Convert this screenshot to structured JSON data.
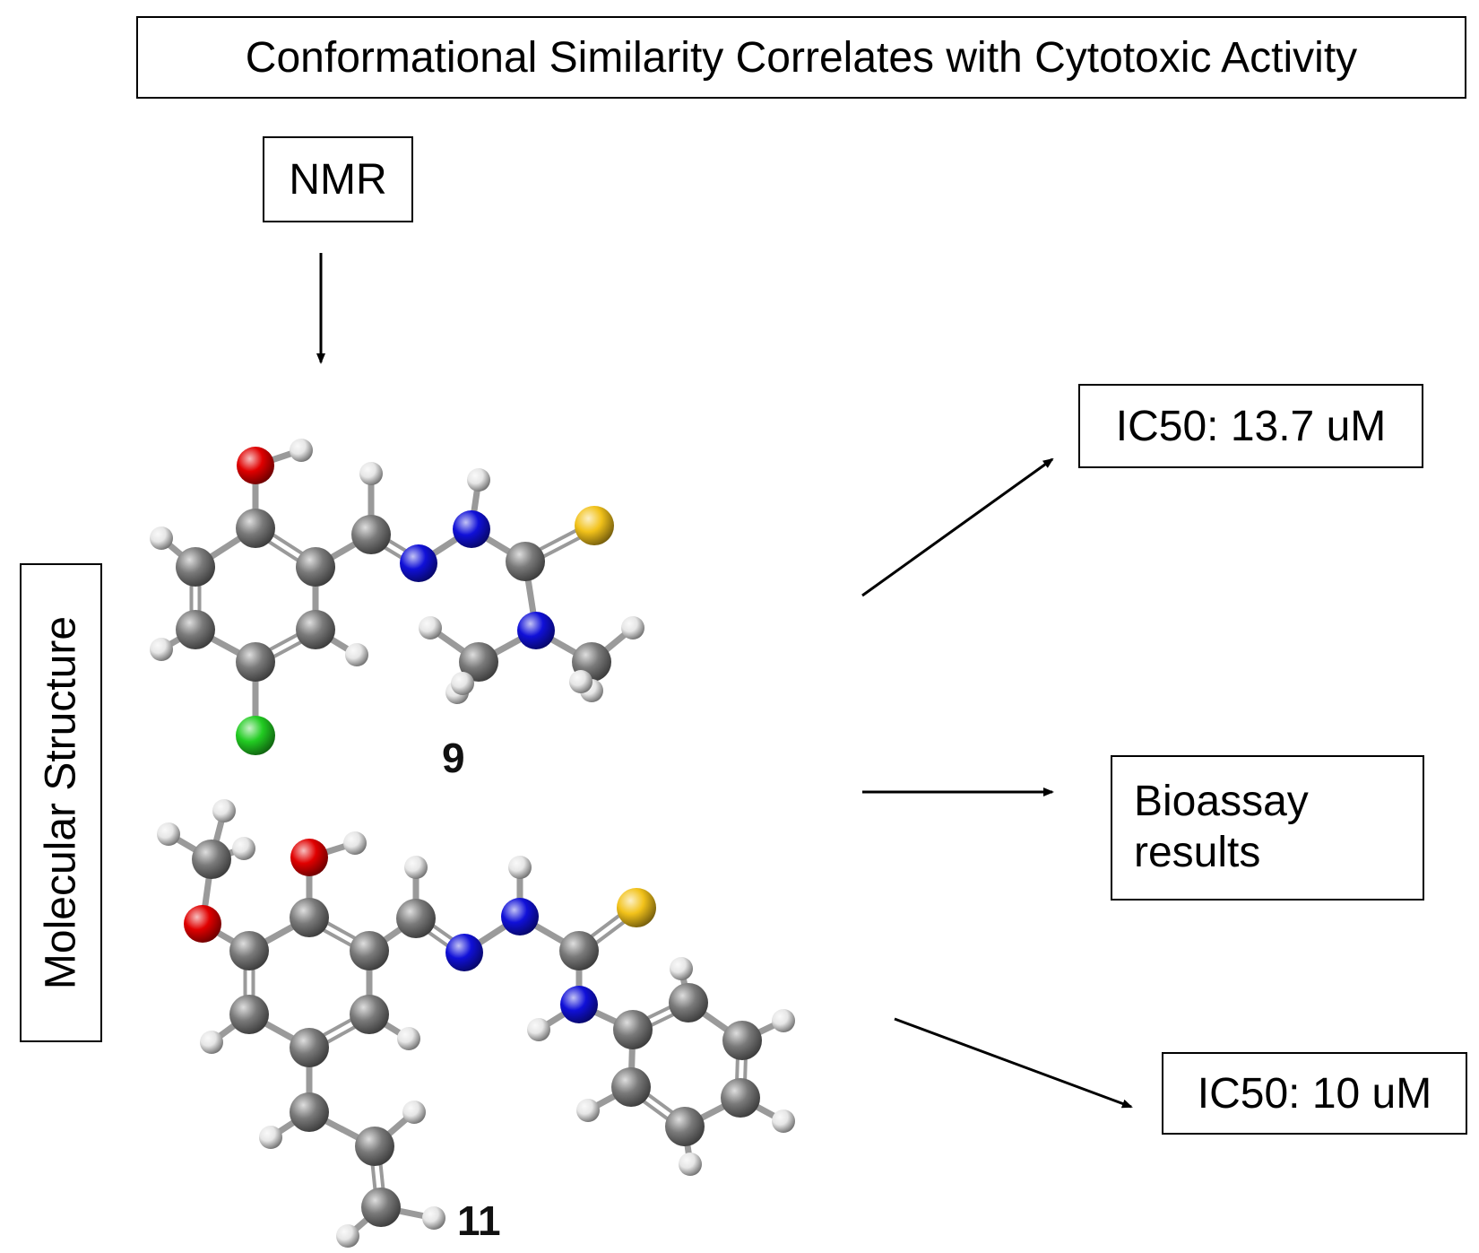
{
  "title": "Conformational Similarity Correlates with Cytotoxic Activity",
  "nmr_label": "NMR",
  "side_label": "Molecular Structure",
  "compound_9_label": "9",
  "compound_11_label": "11",
  "ic50_top": "IC50: 13.7 uM",
  "bioassay_line1": "Bioassay",
  "bioassay_line2": "results",
  "ic50_bottom": "IC50: 10 uM",
  "atom_colors": {
    "carbon": "#7a7a7a",
    "hydrogen": "#e6e6e6",
    "oxygen": "#e00000",
    "nitrogen": "#1010d8",
    "sulfur": "#f2c21a",
    "chlorine": "#22cc22"
  }
}
